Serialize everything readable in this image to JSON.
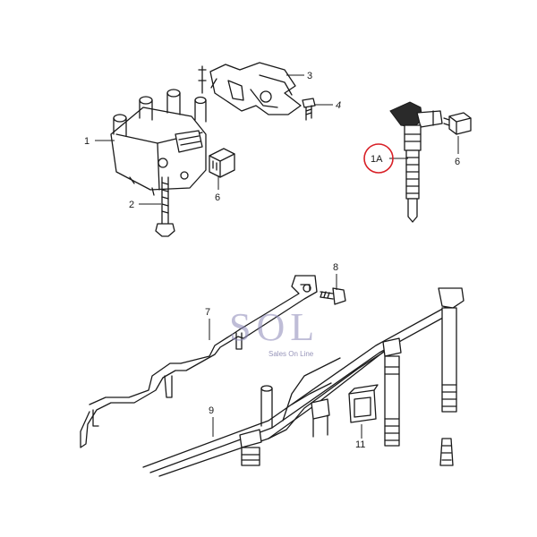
{
  "callouts": {
    "c1": "1",
    "c1a": "1A",
    "c2": "2",
    "c3": "3",
    "c4": "4",
    "c6a": "6",
    "c6b": "6",
    "c7": "7",
    "c8": "8",
    "c9": "9",
    "c11": "11"
  },
  "watermark": {
    "main": "SOL",
    "sub": "Sales On Line"
  },
  "colors": {
    "line": "#1a1a1a",
    "highlight_circle": "#d81f26",
    "watermark": "#8c88b8"
  }
}
